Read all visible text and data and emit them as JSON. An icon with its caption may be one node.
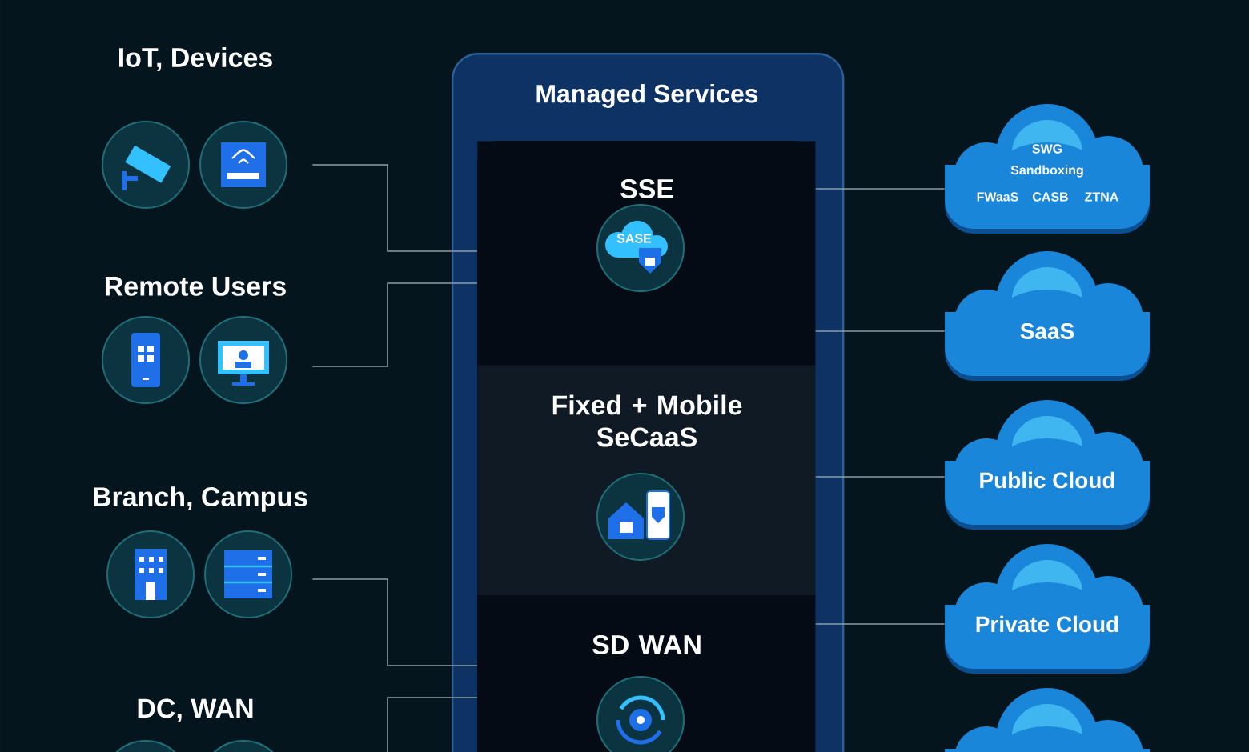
{
  "diagram": {
    "nodes": [
      {
        "text": [
          "IoT, Devices"
        ]
      },
      {
        "text": [
          "Remote Users"
        ]
      },
      {
        "text": [
          "Branch, Campus"
        ]
      },
      {
        "text": [
          "DC, WAN"
        ]
      },
      {
        "text": [
          "Managed Services"
        ]
      },
      {
        "text": [
          "SSE",
          "SASE"
        ],
        "in": 4
      },
      {
        "text": [
          "Fixed + Mobile SeCaaS"
        ],
        "in": 4
      },
      {
        "text": [
          "SD WAN"
        ],
        "in": 4
      },
      {
        "text": [
          "SWG",
          "Sandboxing",
          "FWaaS",
          "CASB",
          "ZTNA"
        ]
      },
      {
        "text": [
          "SaaS"
        ]
      },
      {
        "text": [
          "Public Cloud"
        ]
      },
      {
        "text": [
          "Private Cloud"
        ]
      },
      {
        "text": [],
        "shape": "cloud"
      }
    ],
    "edges": [
      {
        "from": 0,
        "to": 5,
        "arrow": "none"
      },
      {
        "from": 1,
        "to": 5,
        "arrow": "none"
      },
      {
        "from": 2,
        "to": 7,
        "arrow": "none"
      },
      {
        "from": 3,
        "to": 7,
        "arrow": "none"
      },
      {
        "from": 5,
        "to": 8,
        "arrow": "none"
      },
      {
        "from": 5,
        "to": 9,
        "arrow": "none"
      },
      {
        "from": 6,
        "to": 10,
        "arrow": "none"
      },
      {
        "from": 7,
        "to": 11,
        "arrow": "none"
      }
    ]
  }
}
